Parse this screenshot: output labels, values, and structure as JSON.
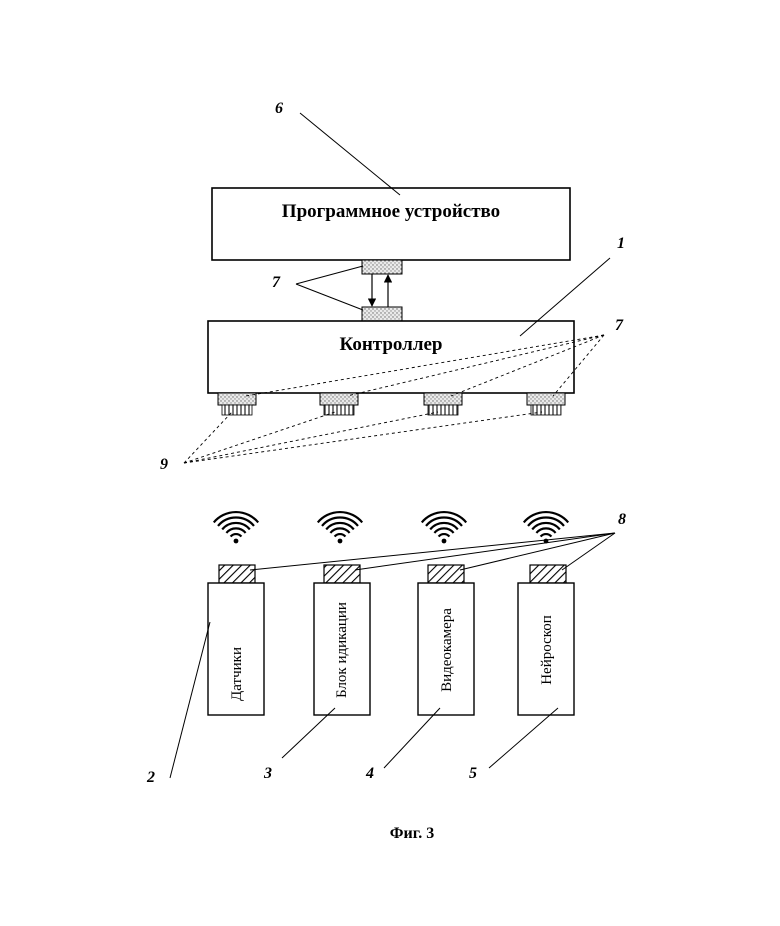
{
  "diagram": {
    "software_box": {
      "label": "Программное устройство"
    },
    "controller_box": {
      "label": "Контроллер"
    },
    "devices": [
      {
        "label": "Датчики",
        "callout": "2"
      },
      {
        "label": "Блок идикации",
        "callout": "3"
      },
      {
        "label": "Видеокамера",
        "callout": "4"
      },
      {
        "label": "Нейроскоп",
        "callout": "5"
      }
    ],
    "callouts": {
      "software": "6",
      "controller": "1",
      "ports_upper": "7",
      "ports_right": "7",
      "connectors": "9",
      "transmitters": "8"
    },
    "caption": "Фиг. 3"
  }
}
